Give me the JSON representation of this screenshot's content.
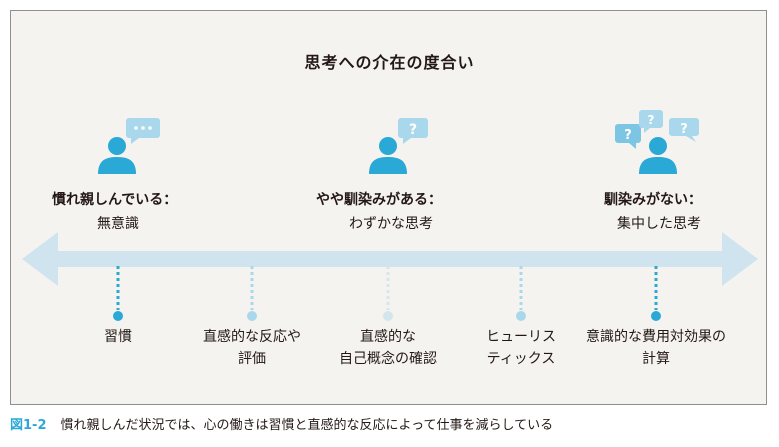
{
  "title": "思考への介在の度合い",
  "columns": [
    {
      "heading": "慣れ親しんでいる：",
      "sub": "無意識",
      "icon": "person-speech-bubble-ellipsis-icon"
    },
    {
      "heading": "やや馴染みがある：",
      "sub": "わずかな思考",
      "icon": "person-speech-bubble-question-icon"
    },
    {
      "heading": "馴染みがない：",
      "sub": "集中した思考",
      "icon": "person-multiple-question-bubbles-icon"
    }
  ],
  "ticks": [
    {
      "line1": "習慣",
      "line2": ""
    },
    {
      "line1": "直感的な反応や",
      "line2": "評価"
    },
    {
      "line1": "直感的な",
      "line2": "自己概念の確認"
    },
    {
      "line1": "ヒューリス",
      "line2": "ティックス"
    },
    {
      "line1": "意識的な費用対効果の",
      "line2": "計算"
    }
  ],
  "caption": {
    "figure": "図1-2",
    "text": "慣れ親しんだ状況では、心の働きは習慣と直感的な反応によって仕事を減らしている"
  },
  "colors": {
    "accent": "#2aa8d6",
    "arrow": "#cfe4ef",
    "frame_bg": "#f5f3ef"
  }
}
